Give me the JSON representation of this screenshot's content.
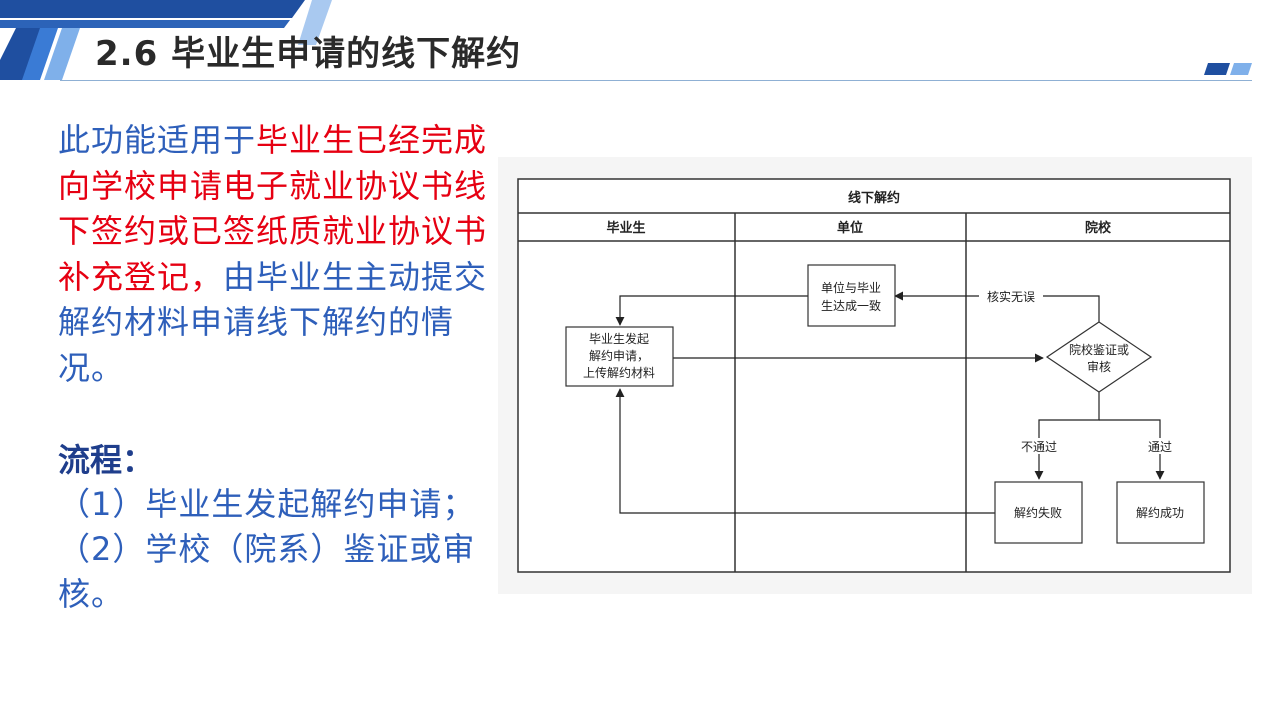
{
  "slide": {
    "title": "2.6 毕业生申请的线下解约"
  },
  "description": {
    "part1": "此功能适用于",
    "highlight": "毕业生已经完成向学校申请电子就业协议书线下签约或已签纸质就业协议书补充登记，",
    "part2": "由毕业生主动提交解约材料申请线下解约的情况。"
  },
  "process": {
    "heading": "流程：",
    "steps": [
      "（1）毕业生发起解约申请；",
      "（2）学校（院系）鉴证或审核。"
    ]
  },
  "flowchart": {
    "title": "线下解约",
    "lanes": [
      "毕业生",
      "单位",
      "院校"
    ],
    "nodes": {
      "student_apply": [
        "毕业生发起",
        "解约申请，",
        "上传解约材料"
      ],
      "unit_agree": [
        "单位与毕业",
        "生达成一致"
      ],
      "school_review": [
        "院校鉴证或",
        "审核"
      ],
      "fail": "解约失败",
      "success": "解约成功"
    },
    "edge_labels": {
      "verified": "核实无误",
      "rejected": "不通过",
      "approved": "通过"
    }
  },
  "colors": {
    "body_text": "#2e5fba",
    "highlight": "#e60012",
    "heading": "#1f3e8c",
    "title": "#2a2a2a",
    "accent": "#1f4fa0"
  }
}
